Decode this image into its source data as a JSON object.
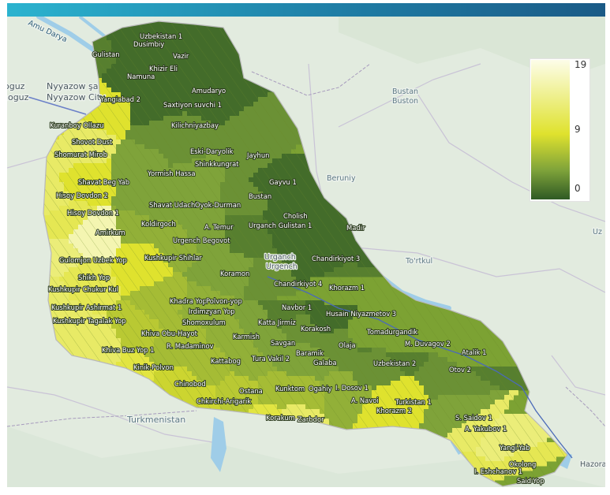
{
  "colors": {
    "scale_low": "#2f5a24",
    "scale_mid": "#dfe22e",
    "scale_high": "#fdfde9",
    "water": "#9fcde8",
    "header_bar": "#1f7ea6"
  },
  "legend": {
    "max": "19",
    "mid": "9",
    "min": "0"
  },
  "basemap_labels": {
    "nyyazow_sa": "Nyyazow şa",
    "nyyazow_city": "Nyyazow City",
    "oguz_a": "oguz",
    "oguz_b": "hoguz",
    "bustan_a": "Bustan",
    "bustan_b": "Buston",
    "beruniy": "Beruniy",
    "to_rtkul": "To'rtkul",
    "uz": "Uz",
    "turkmenistan": "Turkmenistan",
    "hazorasp": "Hazorasp",
    "urganch_a": "Urganch",
    "urganch_b": "Urgench",
    "river": "Amu Darya"
  },
  "districts": [
    {
      "name": "Uzbekistan 1",
      "value": 1
    },
    {
      "name": "Dusimbiy",
      "value": 1
    },
    {
      "name": "Gulistan",
      "value": 2
    },
    {
      "name": "Vazir",
      "value": 1
    },
    {
      "name": "Khizir Eli",
      "value": 1
    },
    {
      "name": "Namuna",
      "value": 1
    },
    {
      "name": "Amudaryo",
      "value": 1
    },
    {
      "name": "Yangiabad 2",
      "value": 9
    },
    {
      "name": "Saxtiyon suvchi 1",
      "value": 1
    },
    {
      "name": "Kilichniyazbay",
      "value": 3
    },
    {
      "name": "Kuranboy Ollazu",
      "value": 9
    },
    {
      "name": "Shovot Dust",
      "value": 12
    },
    {
      "name": "Shomurat Mirob",
      "value": 12
    },
    {
      "name": "Eski-Daryolik",
      "value": 3
    },
    {
      "name": "Jayhun",
      "value": 3
    },
    {
      "name": "Shinkkungrat",
      "value": 4
    },
    {
      "name": "Yormish Hassa",
      "value": 4
    },
    {
      "name": "Shavat Beg Yab",
      "value": 9
    },
    {
      "name": "Gayvu 1",
      "value": 1
    },
    {
      "name": "Hisoy Dovdon 2",
      "value": 12
    },
    {
      "name": "Bustan",
      "value": 3
    },
    {
      "name": "Shavat Udachi",
      "value": 4
    },
    {
      "name": "Oyok-Durman",
      "value": 4
    },
    {
      "name": "Hisoy Dovdon 1",
      "value": 11
    },
    {
      "name": "Cholish",
      "value": 1
    },
    {
      "name": "Koldirgoch",
      "value": 5
    },
    {
      "name": "Urganch Gulistan 1",
      "value": 2
    },
    {
      "name": "Amirkum",
      "value": 16
    },
    {
      "name": "A. Temur",
      "value": 4
    },
    {
      "name": "Urgench Begovot",
      "value": 5
    },
    {
      "name": "Madir",
      "value": 1
    },
    {
      "name": "Chandirkiyot 3",
      "value": 1
    },
    {
      "name": "Gulomjon Uzbek Yop",
      "value": 13
    },
    {
      "name": "Kushkupir Shihlar",
      "value": 9
    },
    {
      "name": "Koramon",
      "value": 4
    },
    {
      "name": "Shikh Yop",
      "value": 11
    },
    {
      "name": "Chandirkiyot 4",
      "value": 3
    },
    {
      "name": "Khorazm 1",
      "value": 2
    },
    {
      "name": "Kushkupir Chukur Kul",
      "value": 12
    },
    {
      "name": "Khadra Yop",
      "value": 6
    },
    {
      "name": "Polvon-yop",
      "value": 5
    },
    {
      "name": "Navbor 1",
      "value": 2
    },
    {
      "name": "Husain Niyazmetov 3",
      "value": 1
    },
    {
      "name": "Kushkupir Ashirmat 1",
      "value": 12
    },
    {
      "name": "Irdimzyan Yop",
      "value": 5
    },
    {
      "name": "Kushkupir Tagalak Yop",
      "value": 12
    },
    {
      "name": "Shomoxulum",
      "value": 6
    },
    {
      "name": "Katta Jirmiz",
      "value": 4
    },
    {
      "name": "Korakosh",
      "value": 3
    },
    {
      "name": "Tomadurgandik",
      "value": 2
    },
    {
      "name": "Khiva Obu-Hayot",
      "value": 7
    },
    {
      "name": "Karmish",
      "value": 5
    },
    {
      "name": "M. Duvagov 2",
      "value": 2
    },
    {
      "name": "R. Madaminov",
      "value": 6
    },
    {
      "name": "Savgan",
      "value": 4
    },
    {
      "name": "Baramik",
      "value": 4
    },
    {
      "name": "Olaja",
      "value": 3
    },
    {
      "name": "Atalik 1",
      "value": 2
    },
    {
      "name": "Khiva Buz Yop 1",
      "value": 12
    },
    {
      "name": "Kattabog",
      "value": 6
    },
    {
      "name": "Tura Vakil 2",
      "value": 5
    },
    {
      "name": "Galaba",
      "value": 4
    },
    {
      "name": "Uzbekistan 2",
      "value": 3
    },
    {
      "name": "Otov 2",
      "value": 3
    },
    {
      "name": "Kinik-Polvon",
      "value": 10
    },
    {
      "name": "Chinobod",
      "value": 8
    },
    {
      "name": "Ostana",
      "value": 7
    },
    {
      "name": "Kunktom",
      "value": 6
    },
    {
      "name": "Ogahiy",
      "value": 6
    },
    {
      "name": "I. Dosov 1",
      "value": 5
    },
    {
      "name": "Chkirchi-Arigarik",
      "value": 8
    },
    {
      "name": "A. Navoi",
      "value": 5
    },
    {
      "name": "Turkistan 1",
      "value": 9
    },
    {
      "name": "Khorazm 2",
      "value": 9
    },
    {
      "name": "Korakum",
      "value": 10
    },
    {
      "name": "Zarbdor",
      "value": 12
    },
    {
      "name": "S. Saidov 1",
      "value": 4
    },
    {
      "name": "A. Yakubov 1",
      "value": 12
    },
    {
      "name": "Yangi-Yab",
      "value": 13
    },
    {
      "name": "Okolong",
      "value": 11
    },
    {
      "name": "I. Eshchanov 1",
      "value": 11
    },
    {
      "name": "Said-Yop",
      "value": 12
    }
  ]
}
